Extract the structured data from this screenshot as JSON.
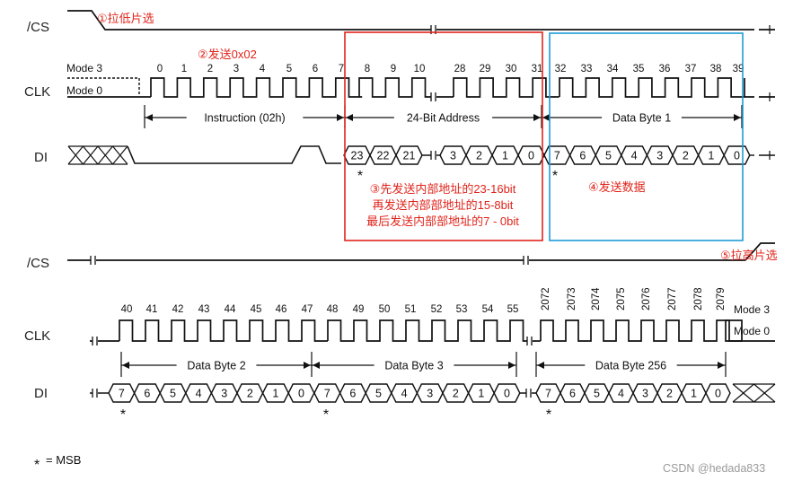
{
  "signals": {
    "cs": "/CS",
    "clk": "CLK",
    "di": "DI"
  },
  "modes": {
    "mode3": "Mode 3",
    "mode0": "Mode 0"
  },
  "top_clock_labels": [
    "0",
    "1",
    "2",
    "3",
    "4",
    "5",
    "6",
    "7",
    "8",
    "9",
    "10",
    "28",
    "29",
    "30",
    "31",
    "32",
    "33",
    "34",
    "35",
    "36",
    "37",
    "38",
    "39"
  ],
  "bottom_clock_labels": [
    "40",
    "41",
    "42",
    "43",
    "44",
    "45",
    "46",
    "47",
    "48",
    "49",
    "50",
    "51",
    "52",
    "53",
    "54",
    "55",
    "2072",
    "2073",
    "2074",
    "2075",
    "2076",
    "2077",
    "2078",
    "2079"
  ],
  "spans": {
    "instruction": "Instruction (02h)",
    "address": "24-Bit Address",
    "data1": "Data Byte 1",
    "data2": "Data Byte 2",
    "data3": "Data Byte 3",
    "data256": "Data Byte 256"
  },
  "bits": {
    "address_high": [
      "23",
      "22",
      "21"
    ],
    "address_low": [
      "3",
      "2",
      "1",
      "0"
    ],
    "byte": [
      "7",
      "6",
      "5",
      "4",
      "3",
      "2",
      "1",
      "0"
    ]
  },
  "dont_care": "X",
  "msb_marker": "*",
  "legend": "= MSB",
  "annotations": {
    "a1": "①拉低片选",
    "a2": "②发送0x02",
    "a3_line1": "③先发送内部地址的23-16bit",
    "a3_line2": "再发送内部部地址的15-8bit",
    "a3_line3": "最后发送内部部地址的7 - 0bit",
    "a4": "④发送数据",
    "a5": "⑤拉高片选"
  },
  "colors": {
    "annotation": "#e0241b",
    "data_box": "#1e9bd7",
    "address_box": "#e0241b",
    "wave": "#111111"
  },
  "watermark": "CSDN @hedada833"
}
